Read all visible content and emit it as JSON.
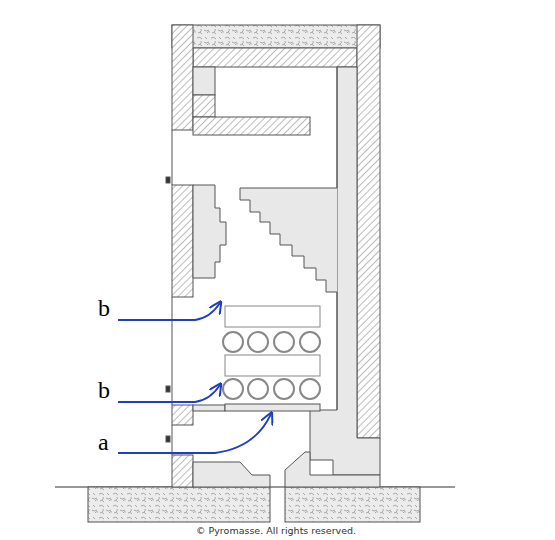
{
  "diagram": {
    "labels": [
      "b",
      "b",
      "a",
      "© Pyromasse. All rights reserved."
    ]
  }
}
